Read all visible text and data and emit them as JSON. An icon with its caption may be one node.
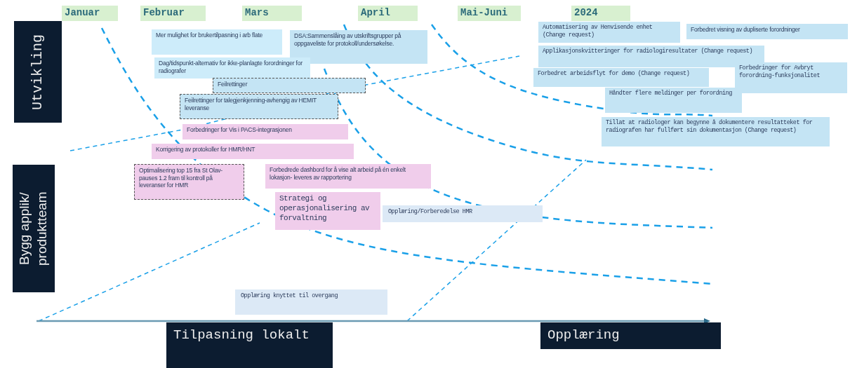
{
  "diagram": {
    "nodes": [
      {
        "text": [
          "Januar"
        ]
      },
      {
        "text": [
          "Februar"
        ]
      },
      {
        "text": [
          "Mars"
        ]
      },
      {
        "text": [
          "April"
        ]
      },
      {
        "text": [
          "Mai-Juni"
        ]
      },
      {
        "text": [
          "2024"
        ]
      },
      {
        "text": [
          "Utvikling"
        ]
      },
      {
        "text": [
          "Mer mulighet for brukertilpasning i arb flate"
        ]
      },
      {
        "text": [
          "DSA:Sammenslåing av utskriftsgrupper på oppgaveliste for protokoll/undersøkelse."
        ]
      },
      {
        "text": [
          "Automatisering av Henvisende enhet (Change request)"
        ]
      },
      {
        "text": [
          "Forbedret visning av dupliserte forordninger"
        ]
      },
      {
        "text": [
          "Dag/tidspunkt-alternativ for ikke-planlagte forordninger for radiografer"
        ]
      },
      {
        "text": [
          "Applikasjonskvitteringer for radiologiresultater (Change request)"
        ]
      },
      {
        "text": [
          "Forbedret arbeidsflyt  for demo (Change request)"
        ]
      },
      {
        "text": [
          "Forbedringer for Avbryt forordning-funksjonalitet"
        ]
      },
      {
        "text": [
          "Feilrettinger"
        ]
      },
      {
        "text": [
          "Feilrettinger for talegjenkjenning-avhengig av HEMIT leveranse"
        ]
      },
      {
        "text": [
          "Håndter flere meldinger per forordning"
        ]
      },
      {
        "text": [
          "Forbedringer for Vis i PACS-integrasjonen"
        ]
      },
      {
        "text": [
          "Tillat at radiologer kan begynne å dokumentere resultatteket for radiografen har fullført sin dokumentasjon (Change request)"
        ]
      },
      {
        "text": [
          "Korrigering av protokoller for HMR/HNT"
        ]
      },
      {
        "text": [
          "Bygg applik/ produktteam"
        ]
      },
      {
        "text": [
          "Optimalisering top 15 fra St Olav- pauses 1.2 fram til kontroll på leveranser for HMR"
        ]
      },
      {
        "text": [
          "Forbedrede dashbord for å vise alt arbeid på én enkelt lokasjon- leveres av rapportering"
        ]
      },
      {
        "text": [
          "Strategi og operasjonalisering av forvaltning"
        ]
      },
      {
        "text": [
          "Opplæring/Forberedelse HMR"
        ]
      },
      {
        "text": [
          "Opplæring knyttet til overgang"
        ]
      },
      {
        "text": [
          "Tilpasning lokalt"
        ]
      },
      {
        "text": [
          "Opplæring"
        ]
      }
    ]
  }
}
